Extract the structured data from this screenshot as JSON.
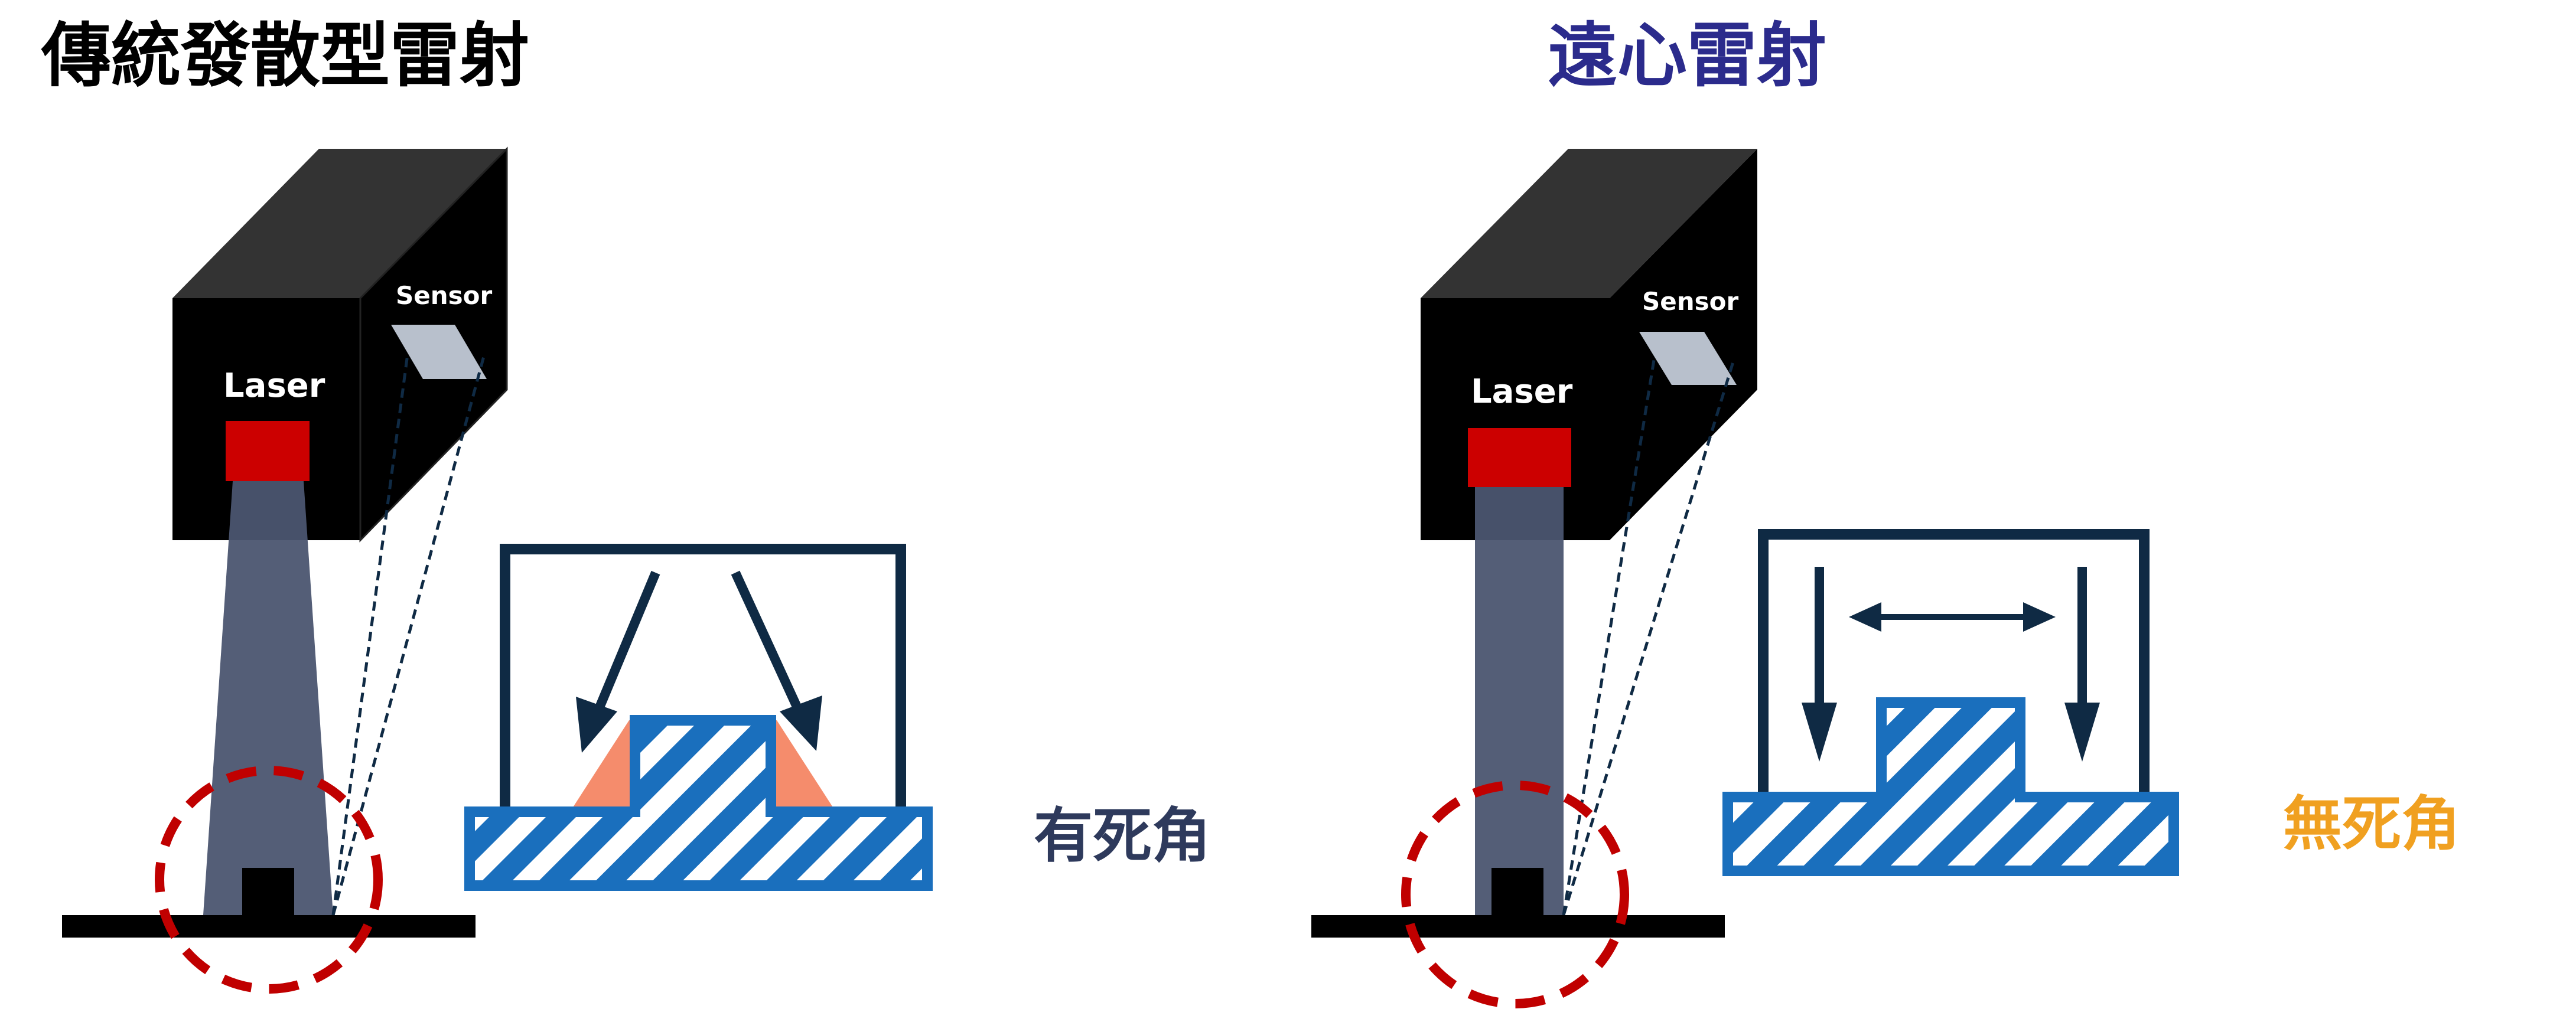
{
  "left_panel": {
    "title": "傳統發散型雷射",
    "laser_label": "Laser",
    "sensor_label": "Sensor",
    "result_label": "有死角"
  },
  "right_panel": {
    "title": "遠心雷射",
    "laser_label": "Laser",
    "sensor_label": "Sensor",
    "result_label": "無死角"
  },
  "colors": {
    "left_title": "#000000",
    "right_title": "#2b2b8c",
    "left_result": "#2e3a5c",
    "right_result": "#f0a020",
    "housing": "#000000",
    "housing_top": "#333333",
    "laser_emitter": "#cc0000",
    "beam": "#4b5570",
    "sensor_window": "#b8c0cc",
    "dead_zone_circle": "#c00000",
    "frame": "#0f2a44",
    "hatch": "#1a6fbd",
    "shadow": "#f58c6c"
  }
}
